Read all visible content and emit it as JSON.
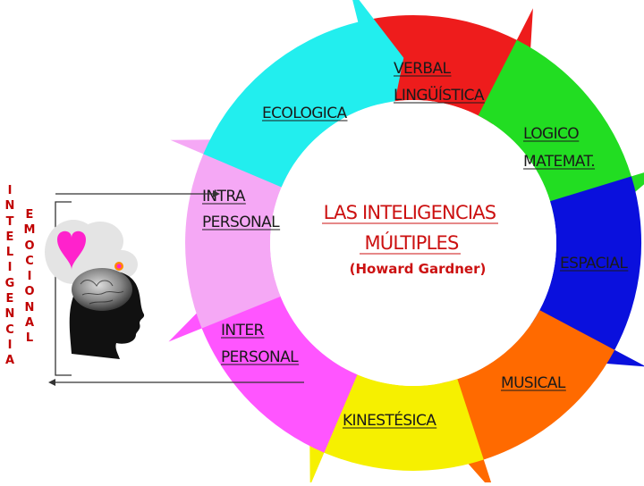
{
  "diagram": {
    "title_line1": "LAS INTELIGENCIAS",
    "title_line2": "MÚLTIPLES",
    "author": "(Howard Gardner)",
    "segments": [
      {
        "id": "verbal",
        "lines": [
          "VERBAL",
          "LINGÜÍSTICA"
        ],
        "color": "#ee1c1c"
      },
      {
        "id": "logico",
        "lines": [
          "LOGICO",
          "MATEMAT."
        ],
        "color": "#22dd22"
      },
      {
        "id": "espacial",
        "lines": [
          "ESPACIAL"
        ],
        "color": "#0a10dd"
      },
      {
        "id": "musical",
        "lines": [
          "MUSICAL"
        ],
        "color": "#ff6a00"
      },
      {
        "id": "kinestesica",
        "lines": [
          "KINESTÉSICA"
        ],
        "color": "#f6f000"
      },
      {
        "id": "inter",
        "lines": [
          "INTER",
          "PERSONAL"
        ],
        "color": "#ff55ff"
      },
      {
        "id": "intra",
        "lines": [
          "INTRA",
          "PERSONAL"
        ],
        "color": "#f5a8f5"
      },
      {
        "id": "ecologica",
        "lines": [
          "ECOLOGICA"
        ],
        "color": "#22eeee"
      }
    ],
    "side_word_left": "INTELIGENCIA",
    "side_word_right": "EMOCIONAL",
    "side_word_color": "#c00000",
    "icons": [
      "head-icon",
      "brain-icon",
      "heart-icon"
    ]
  }
}
